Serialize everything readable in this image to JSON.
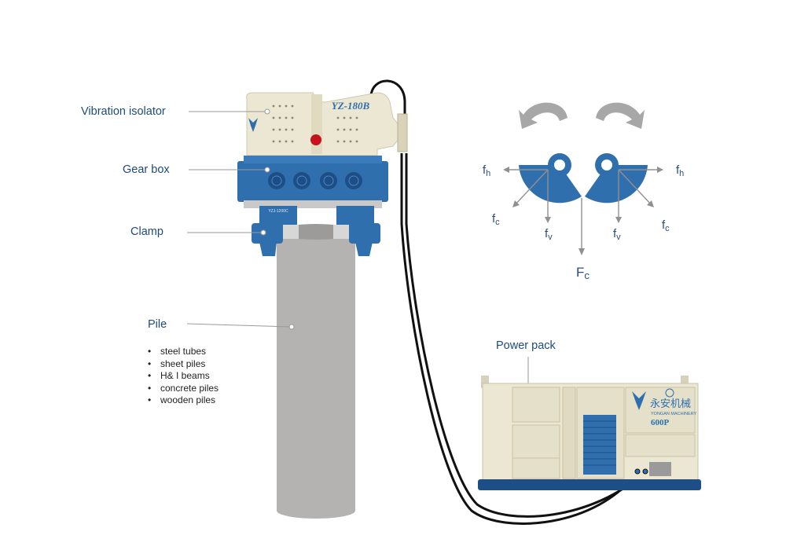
{
  "labels": {
    "vibration_isolator": "Vibration isolator",
    "gear_box": "Gear box",
    "clamp": "Clamp",
    "pile": "Pile",
    "power_pack": "Power pack"
  },
  "pile_types": [
    "steel tubes",
    "sheet piles",
    "H& I beams",
    "concrete piles",
    "wooden piles"
  ],
  "machine": {
    "model": "YZ-180B",
    "clamp_model": "YZJ-1200C"
  },
  "power_pack": {
    "brand_cn": "永安机械",
    "brand_en": "YONGAN MACHINERY",
    "model": "600P"
  },
  "forces": {
    "fh": "f",
    "fh_sub": "h",
    "fc": "f",
    "fc_sub": "c",
    "fv": "f",
    "fv_sub": "v",
    "Fc": "F",
    "Fc_sub": "c"
  },
  "colors": {
    "blue": "#2f6fad",
    "dark_blue": "#1d4f86",
    "cream": "#ece7d2",
    "pile_gray": "#b5b2b2",
    "label_blue": "#1e4a7a",
    "hose": "#111111",
    "rotation_arrow": "#a7a7a7"
  }
}
